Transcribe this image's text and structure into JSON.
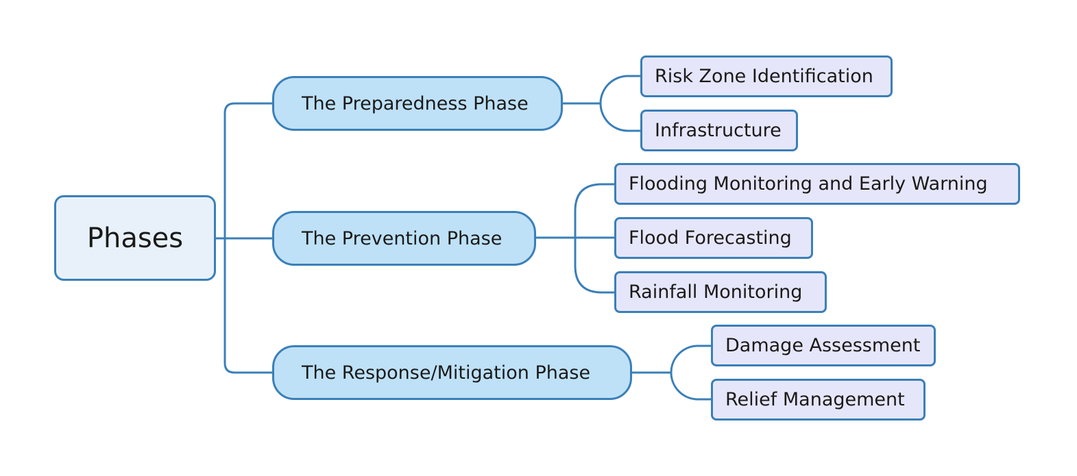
{
  "root": {
    "label": "Phases"
  },
  "phases": [
    {
      "label": "The Preparedness Phase",
      "items": [
        "Risk Zone Identification",
        "Infrastructure"
      ]
    },
    {
      "label": "The Prevention Phase",
      "items": [
        "Flooding Monitoring and Early Warning",
        "Flood Forecasting",
        "Rainfall Monitoring"
      ]
    },
    {
      "label": "The Response/Mitigation Phase",
      "items": [
        "Damage Assessment",
        "Relief Management"
      ]
    }
  ],
  "colors": {
    "connector": "#3a7fb8",
    "root_fill": "#e8f1f9",
    "phase_fill": "#bee1f7",
    "leaf_fill": "#e6e6fa"
  }
}
